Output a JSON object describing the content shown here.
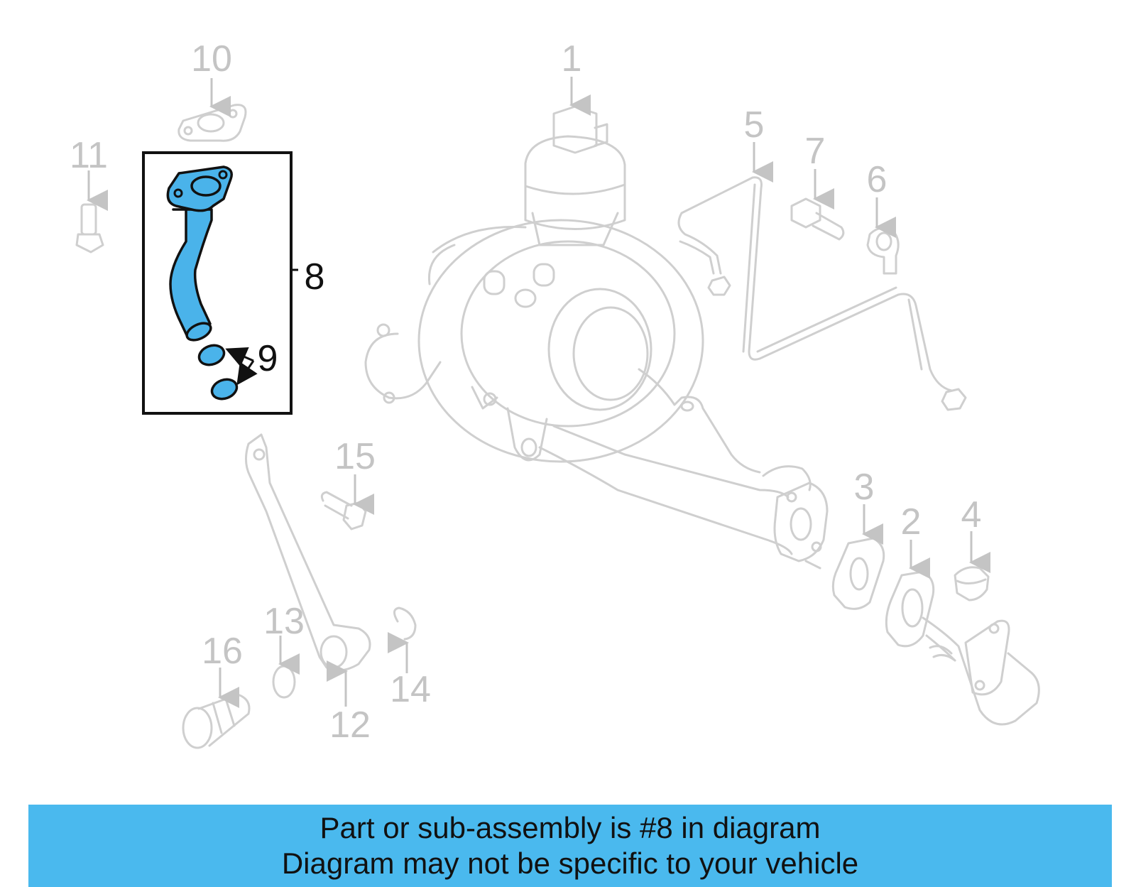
{
  "callouts": {
    "c1": "1",
    "c2": "2",
    "c3": "3",
    "c4": "4",
    "c5": "5",
    "c6": "6",
    "c7": "7",
    "c8": "8",
    "c9": "9",
    "c10": "10",
    "c11": "11",
    "c12": "12",
    "c13": "13",
    "c14": "14",
    "c15": "15",
    "c16": "16"
  },
  "highlighted_callouts": [
    "8",
    "9"
  ],
  "banner": {
    "line1": "Part or sub-assembly is #8 in diagram",
    "line2": "Diagram may not be specific to your vehicle"
  },
  "colors": {
    "highlight": "#4ab3ea",
    "banner": "#4ab9ee",
    "ghost_lines": "#cfcfcf"
  }
}
